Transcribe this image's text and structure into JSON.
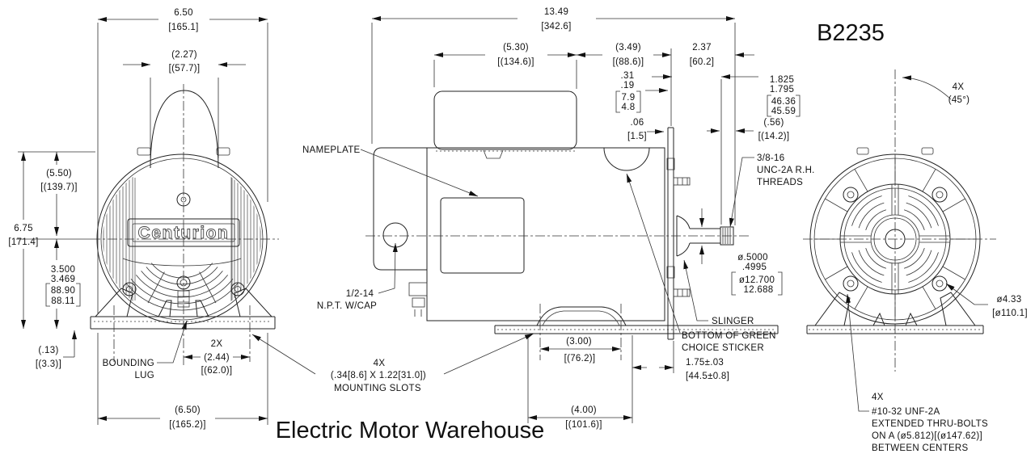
{
  "page": {
    "model_number": "B2235",
    "watermark": "Electric Motor Warehouse"
  },
  "front_view": {
    "brand": "Centurion",
    "dim_top_width": [
      "6.50",
      "[165.1]"
    ],
    "dim_hump_width": [
      "(2.27)",
      "[(57.7)]"
    ],
    "dim_top_to_center": [
      "(5.50)",
      "[(139.7)]"
    ],
    "dim_overall_height": [
      "6.75",
      "[171.4]"
    ],
    "dim_shaft_height": [
      "3.500",
      "3.469",
      "88.90",
      "88.11"
    ],
    "dim_base_thickness": [
      "(.13)",
      "[(3.3)]"
    ],
    "label_bounding_lug": [
      "BOUNDING",
      "LUG"
    ],
    "dim_slot_spacing": [
      "2X",
      "(2.44)",
      "[(62.0)]"
    ],
    "dim_base_width": [
      "(6.50)",
      "[(165.2)]"
    ]
  },
  "side_view": {
    "dim_overall_length": [
      "13.49",
      "[342.6]"
    ],
    "dim_box_length": [
      "(5.30)",
      "[(134.6)]"
    ],
    "dim_rear_length": [
      "(3.49)",
      "[(88.6)]"
    ],
    "dim_shaft_end": [
      "2.37",
      "[60.2]"
    ],
    "dim_tab": [
      ".31",
      ".19",
      "7.9",
      "4.8"
    ],
    "dim_plate_gap": [
      ".06",
      "[1.5]"
    ],
    "dim_shaft_ext": [
      "1.825",
      "1.795",
      "46.36",
      "45.59"
    ],
    "dim_thread_length": [
      "(.56)",
      "[(14.2)]"
    ],
    "label_nameplate": "NAMEPLATE",
    "label_npt": [
      "1/2-14",
      "N.P.T. W/CAP"
    ],
    "label_threads": [
      "3/8-16",
      "UNC-2A R.H.",
      "THREADS"
    ],
    "dim_shaft_dia": [
      "ø.5000",
      ".4995",
      "ø12.700",
      "12.688"
    ],
    "label_slinger": "SLINGER",
    "label_sticker": [
      "BOTTOM OF GREEN",
      "CHOICE STICKER"
    ],
    "dim_overhang": [
      "1.75±.03",
      "[44.5±0.8]"
    ],
    "label_mounting_slots": [
      "4X",
      "(.34[8.6] X 1.22[31.0])",
      "MOUNTING SLOTS"
    ],
    "dim_slot_span": [
      "(3.00)",
      "[(76.2)]"
    ],
    "dim_foot_span": [
      "(4.00)",
      "[(101.6)]"
    ]
  },
  "rear_view": {
    "dim_bolt_angle": [
      "4X",
      "(45°)"
    ],
    "dim_fan_dia": [
      "ø4.33",
      "[ø110.1]"
    ],
    "note_thru_bolts": [
      "4X",
      "#10-32 UNF-2A",
      "EXTENDED THRU-BOLTS",
      "ON A (ø5.812)[(ø147.62)]",
      "BETWEEN CENTERS"
    ]
  }
}
